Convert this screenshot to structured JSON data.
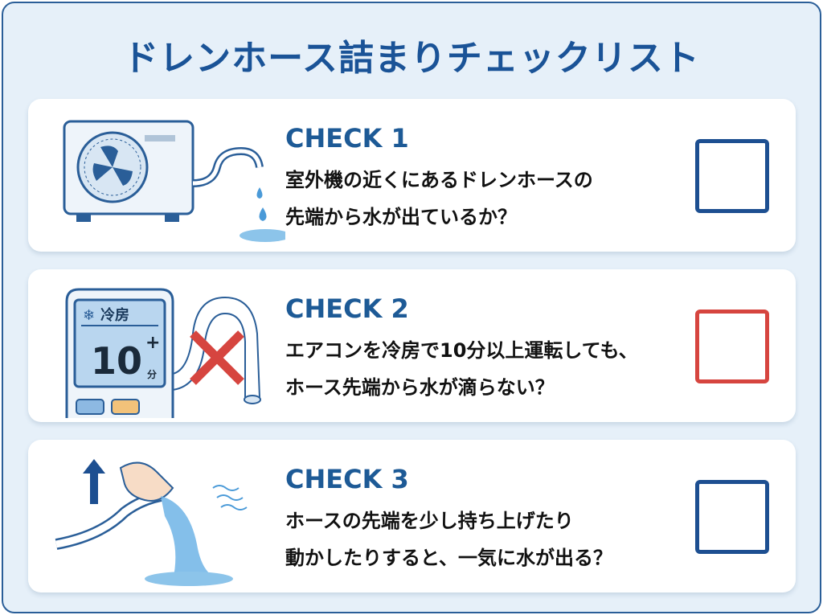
{
  "title": "ドレンホース詰まりチェックリスト",
  "items": [
    {
      "label": "CHECK 1",
      "lines": [
        "室外機の近くにあるドレンホースの",
        "先端から水が出ているか？"
      ],
      "checkbox_color": "#1d4f91",
      "checked": false
    },
    {
      "label": "CHECK 2",
      "lines": [
        "エアコンを冷房で10分以上運転しても、",
        "ホース先端から水が滴らない？"
      ],
      "checkbox_color": "#d6453f",
      "checked": false,
      "remote": {
        "mode": "冷房",
        "time": "10",
        "plus": "+",
        "unit": "分"
      }
    },
    {
      "label": "CHECK 3",
      "lines": [
        "ホースの先端を少し持ち上げたり",
        "動かしたりすると、一気に水が出る？"
      ],
      "checkbox_color": "#1d4f91",
      "checked": false
    }
  ]
}
